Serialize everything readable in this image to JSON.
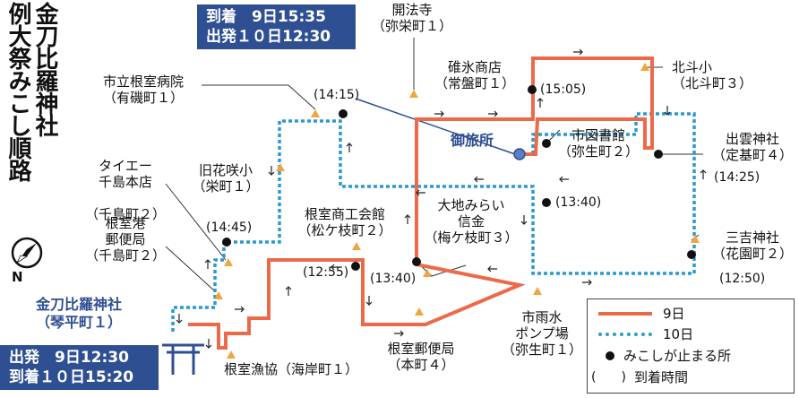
{
  "title_lines": [
    "金刀比羅神社",
    "例大祭みこし順路"
  ],
  "arrival_box": {
    "line1": "到着　9日15:35",
    "line2": "出発１０日12:30"
  },
  "departure_box": {
    "line1": "出発　9日12:30",
    "line2": "到着１０日15:20"
  },
  "shrine": {
    "name": "金刀比羅神社",
    "area": "（琴平町１）"
  },
  "otabisho": "御旅所",
  "compass_label": "N",
  "places": [
    {
      "id": "kaihoji",
      "name": "開法寺",
      "area": "（弥栄町１）"
    },
    {
      "id": "hyohyo",
      "name": "碓氷商店",
      "area": "（常盤町１）"
    },
    {
      "id": "hokuto",
      "name": "北斗小",
      "area": "（北斗町３）"
    },
    {
      "id": "hospital",
      "name": "市立根室病院",
      "area": "（有磯町１）"
    },
    {
      "id": "library",
      "name": "市図書館",
      "area": "（弥生町２）"
    },
    {
      "id": "izumo",
      "name": "出雲神社",
      "area": "（定基町４）"
    },
    {
      "id": "taiei",
      "name": "タイエー\n千島本店",
      "area": "（千島町２）"
    },
    {
      "id": "hanasaki",
      "name": "旧花咲小",
      "area": "（栄町１）"
    },
    {
      "id": "post_port",
      "name": "根室港\n郵便局",
      "area": "（千島町２）"
    },
    {
      "id": "chamber",
      "name": "根室商工会館",
      "area": "（松ケ枝町２）"
    },
    {
      "id": "daichi",
      "name": "大地みらい\n信金",
      "area": "（梅ケ枝町３）"
    },
    {
      "id": "sumiyoshi",
      "name": "三吉神社",
      "area": "（花園町２）"
    },
    {
      "id": "pump",
      "name": "市雨水\nポンプ場",
      "area": "（弥生町１）"
    },
    {
      "id": "post_main",
      "name": "根室郵便局",
      "area": "（本町４）"
    },
    {
      "id": "fishery",
      "name": "根室漁協",
      "area": "（海岸町１）"
    }
  ],
  "times": [
    "(14:15)",
    "(15:05)",
    "(14:25)",
    "(13:40)",
    "(14:45)",
    "(12:55)",
    "(13:40)",
    "(12:50)"
  ],
  "legend": {
    "day9": "9日",
    "day10": "10日",
    "stop": "みこしが止まる所",
    "paren": "(　　)",
    "arrival": "到着時間"
  },
  "colors": {
    "day9_route": "#ec6a4a",
    "day10_route": "#2b9ad0",
    "accent_blue": "#2f4f93",
    "marker": "#f0a640"
  }
}
